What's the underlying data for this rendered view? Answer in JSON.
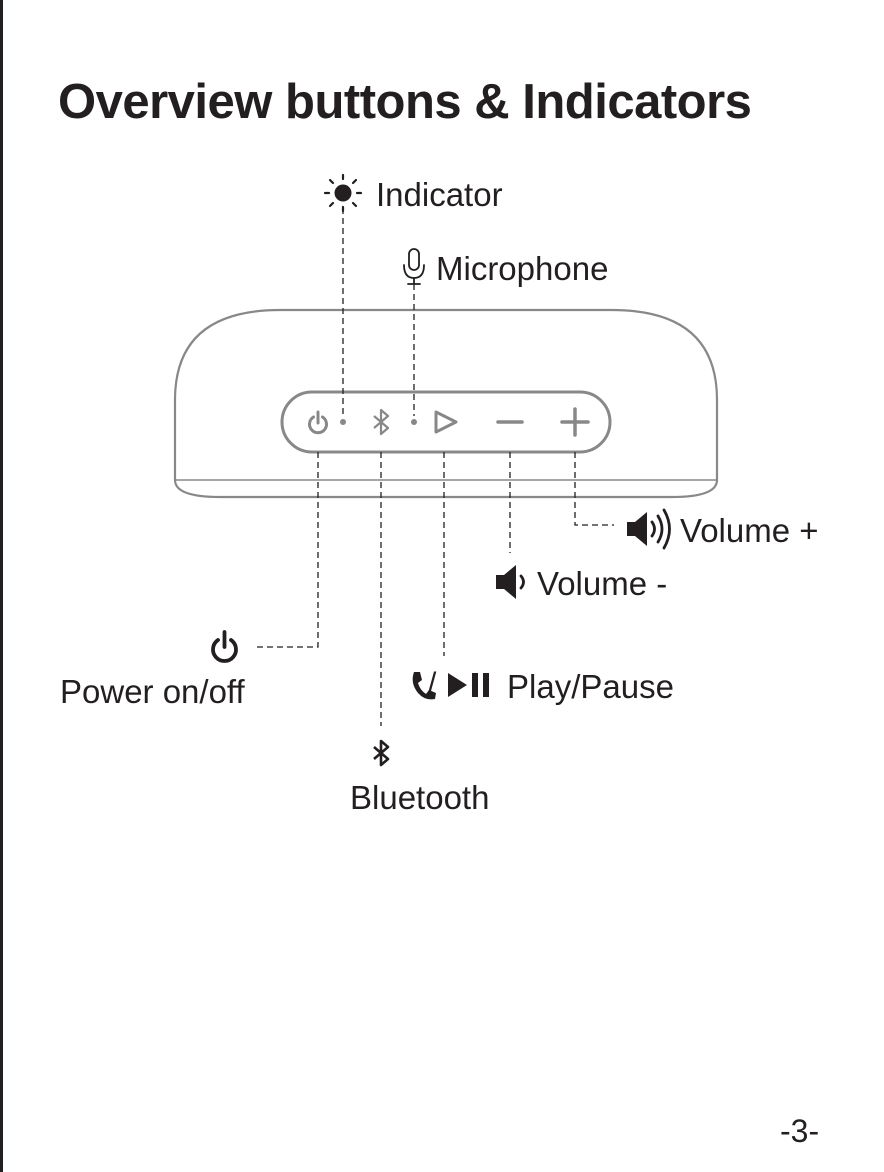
{
  "title": "Overview buttons & Indicators",
  "labels": {
    "indicator": "Indicator",
    "microphone": "Microphone",
    "volume_up": "Volume +",
    "volume_down": "Volume -",
    "power": "Power on/off",
    "play_pause": "Play/Pause",
    "bluetooth": "Bluetooth"
  },
  "play_pause_separator": "/",
  "page_number": "-3-",
  "colors": {
    "ink": "#231f20",
    "outline": "#888888"
  },
  "icons": [
    "sun-icon",
    "microphone-icon",
    "power-icon",
    "bluetooth-icon",
    "play-icon",
    "minus-icon",
    "plus-icon",
    "speaker-loud-icon",
    "speaker-quiet-icon",
    "phone-icon",
    "pause-icon"
  ]
}
